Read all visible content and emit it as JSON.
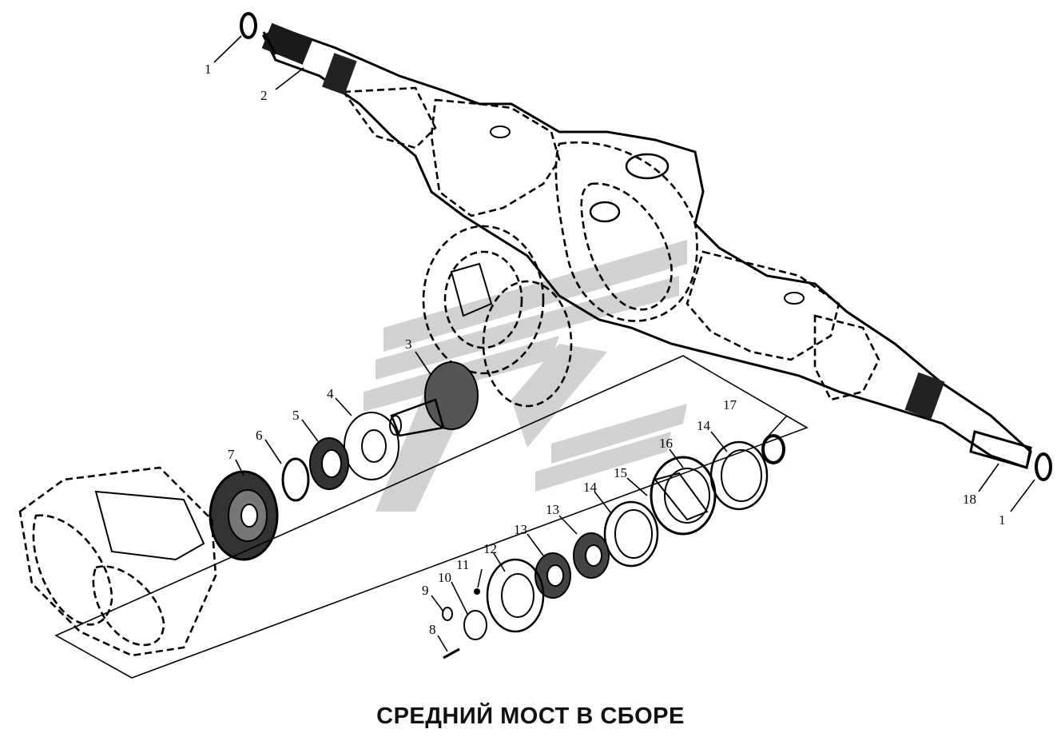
{
  "diagram": {
    "title": "СРЕДНИЙ МОСТ В СБОРЕ",
    "part_labels": [
      "1",
      "2",
      "3",
      "4",
      "5",
      "6",
      "7",
      "8",
      "9",
      "10",
      "11",
      "12",
      "13",
      "13",
      "14",
      "14",
      "15",
      "16",
      "17",
      "18",
      "1"
    ]
  }
}
